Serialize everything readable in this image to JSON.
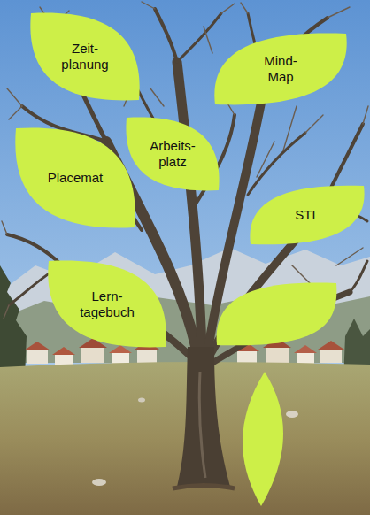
{
  "diagram": {
    "nodes": [
      {
        "text": [
          "Zeit- planung"
        ]
      },
      {
        "text": [
          "Mind- Map"
        ]
      },
      {
        "text": [
          "Arbeits- platz"
        ]
      },
      {
        "text": [
          "Placemat"
        ]
      },
      {
        "text": [
          "STL"
        ]
      },
      {
        "text": [
          "Lern- tagebuch"
        ]
      }
    ]
  }
}
